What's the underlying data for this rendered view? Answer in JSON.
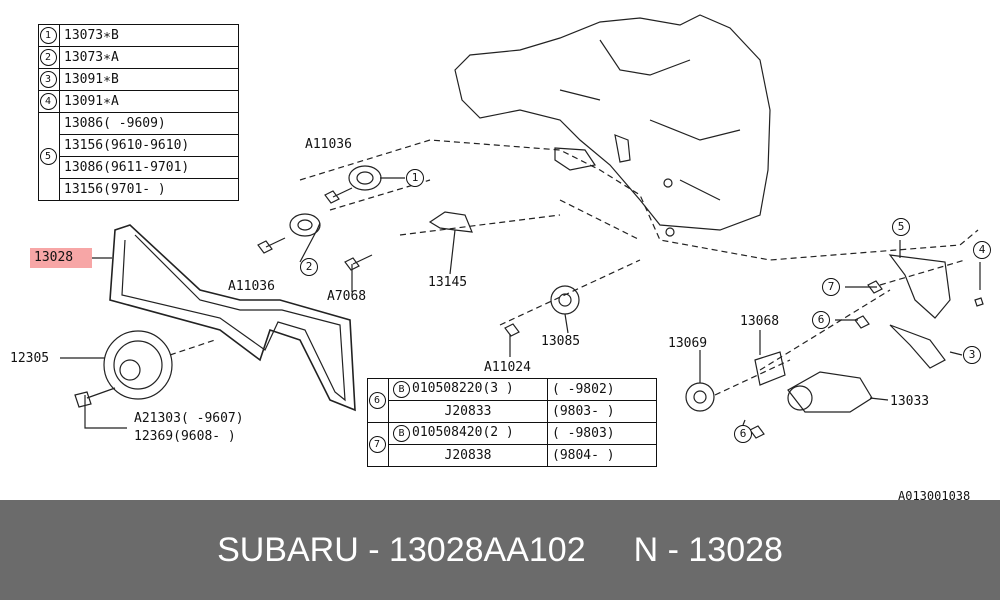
{
  "parts_table_top": [
    {
      "num": "1",
      "part": "13073∗B"
    },
    {
      "num": "2",
      "part": "13073∗A"
    },
    {
      "num": "3",
      "part": "13091∗B"
    },
    {
      "num": "4",
      "part": "13091∗A"
    },
    {
      "num": "5",
      "rows": [
        {
          "part": "13086(     -9609)"
        },
        {
          "part": "13156(9610-9610)"
        },
        {
          "part": "13086(9611-9701)"
        },
        {
          "part": "13156(9701-     )"
        }
      ]
    }
  ],
  "parts_table_bottom": [
    {
      "num": "6",
      "rows": [
        {
          "b": "B",
          "part": "010508220(3 )",
          "range": "(     -9802)"
        },
        {
          "b": "",
          "part": "J20833",
          "range": "(9803-     )"
        }
      ]
    },
    {
      "num": "7",
      "rows": [
        {
          "b": "B",
          "part": "010508420(2 )",
          "range": "(     -9803)"
        },
        {
          "b": "",
          "part": "J20838",
          "range": "(9804-     )"
        }
      ]
    }
  ],
  "labels": {
    "belt": "13028",
    "a11036_top": "A11036",
    "a11036_mid": "A11036",
    "a7068": "A7068",
    "p13145": "13145",
    "p13085": "13085",
    "a11024": "A11024",
    "p12305": "12305",
    "a21303": "A21303(     -9607)",
    "p12369": "12369(9608-     )",
    "p13069": "13069",
    "p13068": "13068",
    "p13033": "13033",
    "callout_1": "1",
    "callout_2": "2",
    "callout_3": "3",
    "callout_4": "4",
    "callout_5": "5",
    "callout_6a": "6",
    "callout_6b": "6",
    "callout_7": "7",
    "ref": "A013001038"
  },
  "footer": {
    "brand_part": "SUBARU - 13028AA102",
    "ref": "N - 13028"
  },
  "highlight_color": "#f7a6a6"
}
